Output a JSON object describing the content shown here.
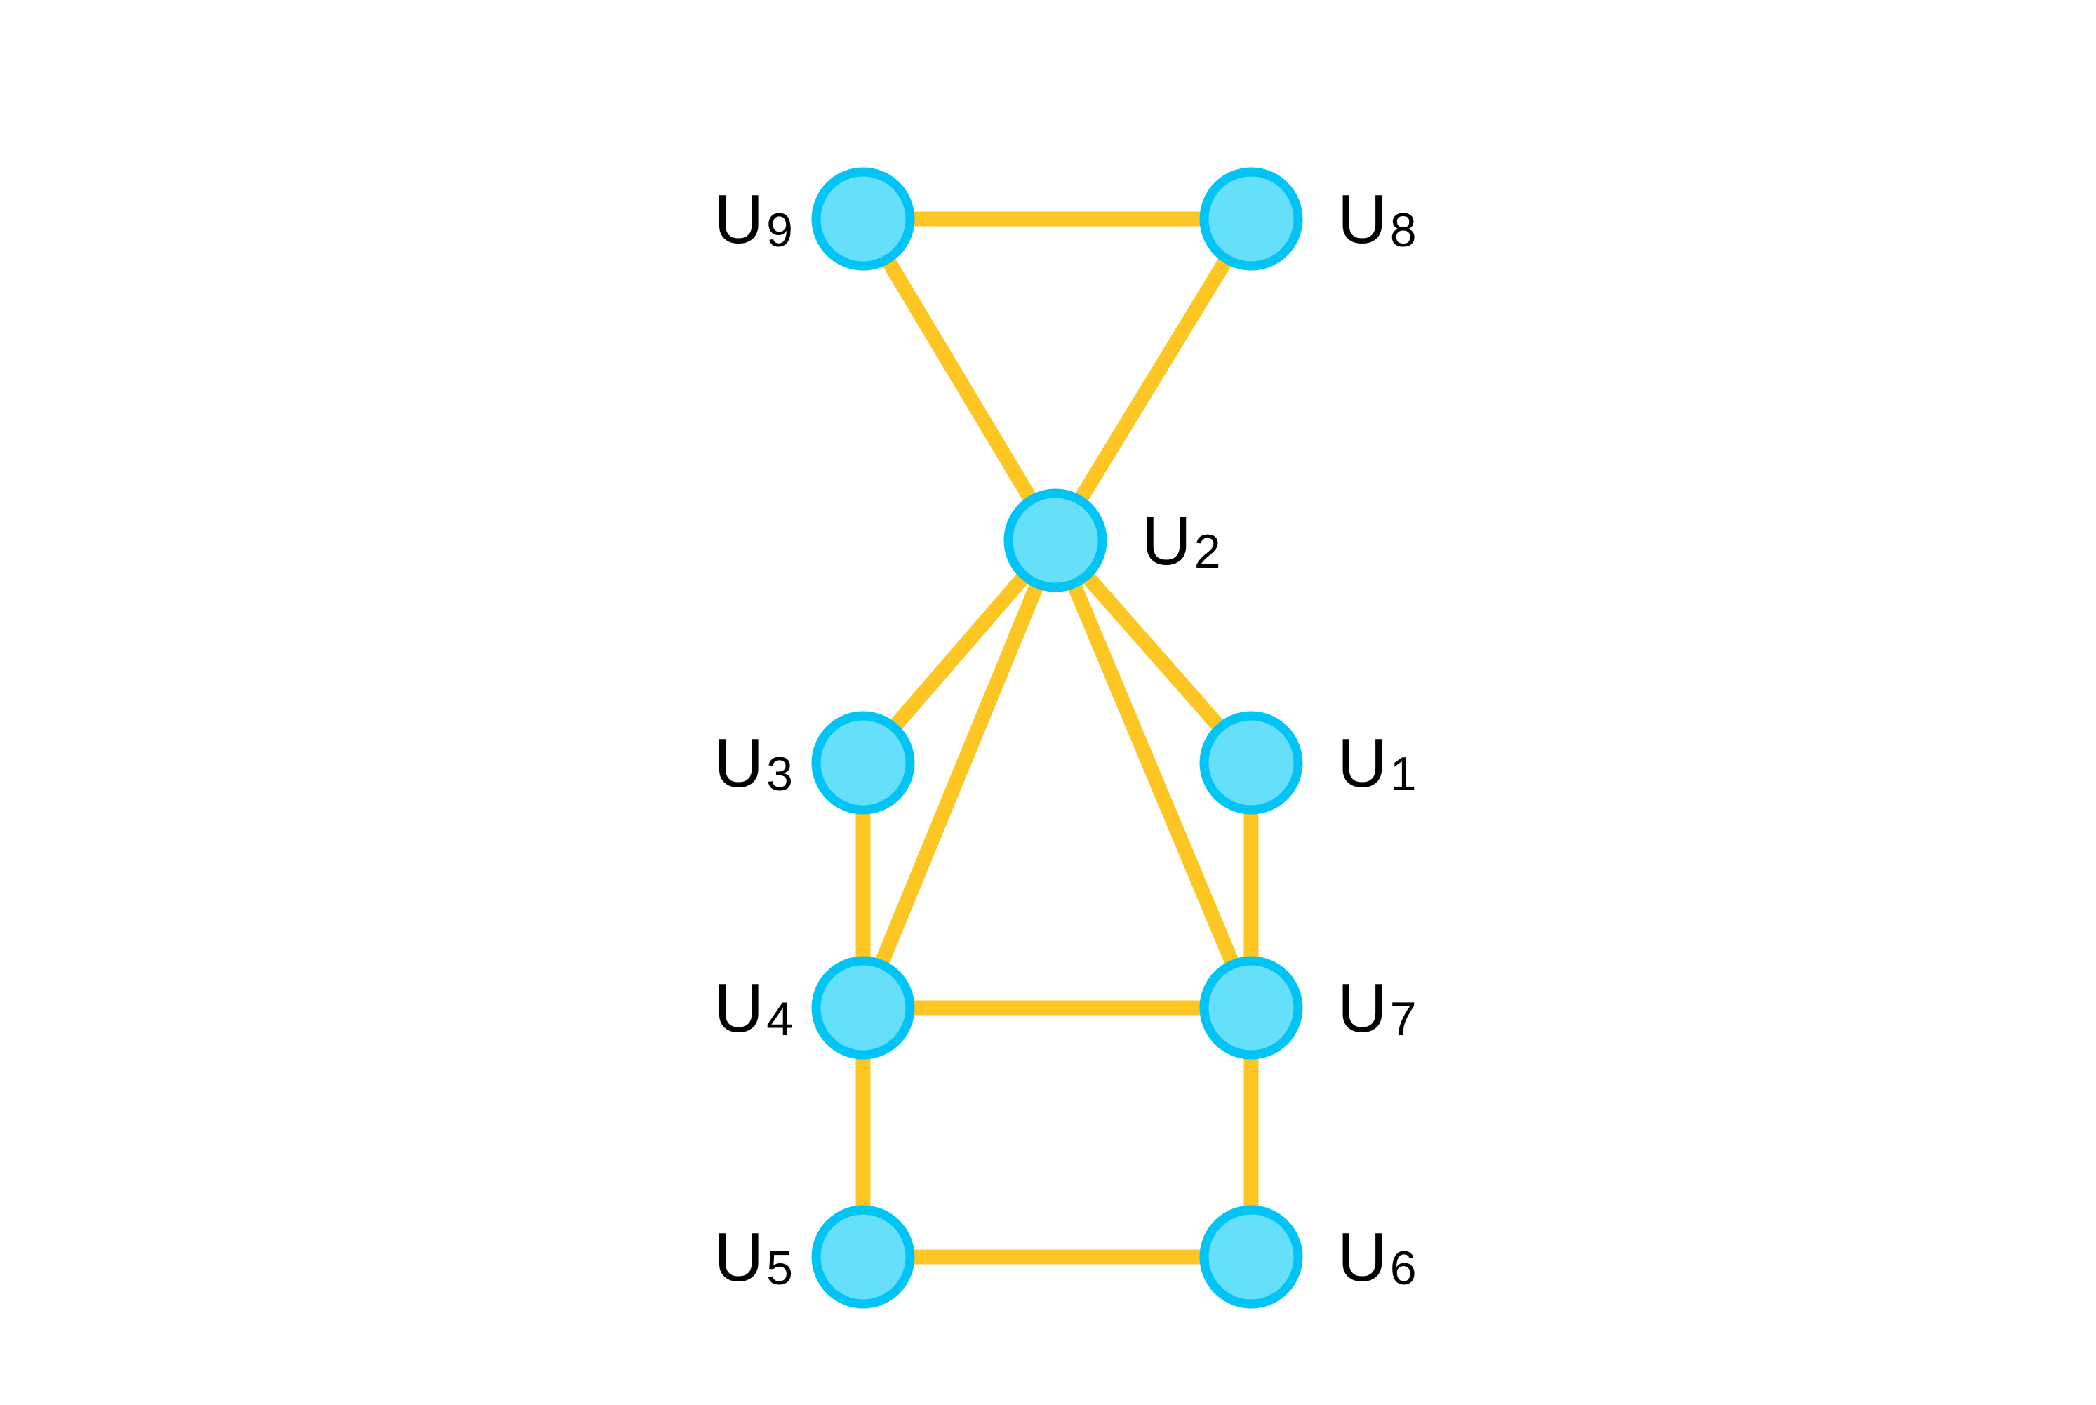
{
  "colors": {
    "background": "#ffffff",
    "edge": "#fdc623",
    "node_fill": "#66dffb",
    "node_stroke": "#00c4f5",
    "label": "#000000"
  },
  "nodes": [
    {
      "id": "u1",
      "letter": "U",
      "index": "1"
    },
    {
      "id": "u2",
      "letter": "U",
      "index": "2"
    },
    {
      "id": "u3",
      "letter": "U",
      "index": "3"
    },
    {
      "id": "u4",
      "letter": "U",
      "index": "4"
    },
    {
      "id": "u5",
      "letter": "U",
      "index": "5"
    },
    {
      "id": "u6",
      "letter": "U",
      "index": "6"
    },
    {
      "id": "u7",
      "letter": "U",
      "index": "7"
    },
    {
      "id": "u8",
      "letter": "U",
      "index": "8"
    },
    {
      "id": "u9",
      "letter": "U",
      "index": "9"
    }
  ],
  "edges": [
    [
      "u9",
      "u8"
    ],
    [
      "u9",
      "u2"
    ],
    [
      "u8",
      "u2"
    ],
    [
      "u2",
      "u3"
    ],
    [
      "u2",
      "u1"
    ],
    [
      "u2",
      "u4"
    ],
    [
      "u2",
      "u7"
    ],
    [
      "u3",
      "u4"
    ],
    [
      "u1",
      "u7"
    ],
    [
      "u4",
      "u7"
    ],
    [
      "u4",
      "u5"
    ],
    [
      "u7",
      "u6"
    ],
    [
      "u5",
      "u6"
    ]
  ]
}
